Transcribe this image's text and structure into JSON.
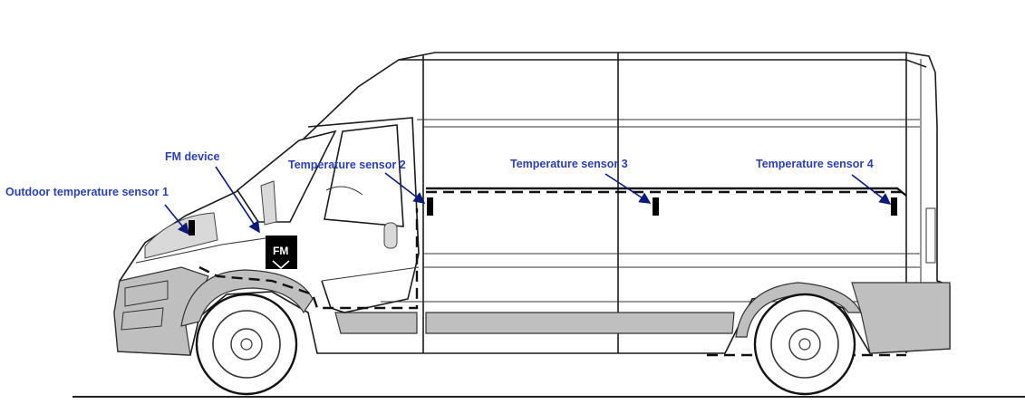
{
  "labels": {
    "outdoor": "Outdoor temperature sensor 1",
    "fm_device": "FM device",
    "sensor2": "Temperature sensor 2",
    "sensor3": "Temperature sensor 3",
    "sensor4": "Temperature sensor 4",
    "fm_box": "FM"
  },
  "colors": {
    "label": "#2b3fb5",
    "arrow": "#0d1a7a",
    "body_outline": "#1a1a1a",
    "trim_grey": "#bfbfbf",
    "sensor": "#000000"
  }
}
